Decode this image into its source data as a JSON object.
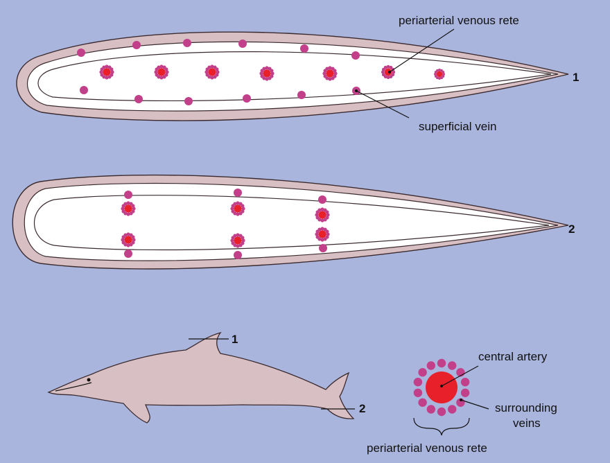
{
  "colors": {
    "background": "#a9b5dd",
    "skin": "#d8bfc4",
    "tissue": "#ffffff",
    "outline": "#3a2a2e",
    "artery": "#e8202a",
    "vein": "#c2408a",
    "dolphin": "#d8bfc4"
  },
  "panel_top": {
    "label_rete": "periarterial venous rete",
    "label_vein": "superficial vein",
    "index": "1"
  },
  "panel_middle": {
    "index": "2"
  },
  "dolphin_panel": {
    "dorsal_fin_marker": "1",
    "fluke_marker": "2"
  },
  "detail": {
    "central_artery": "central artery",
    "surrounding_line1": "surrounding",
    "surrounding_line2": "veins",
    "rete_label": "periarterial venous rete"
  }
}
